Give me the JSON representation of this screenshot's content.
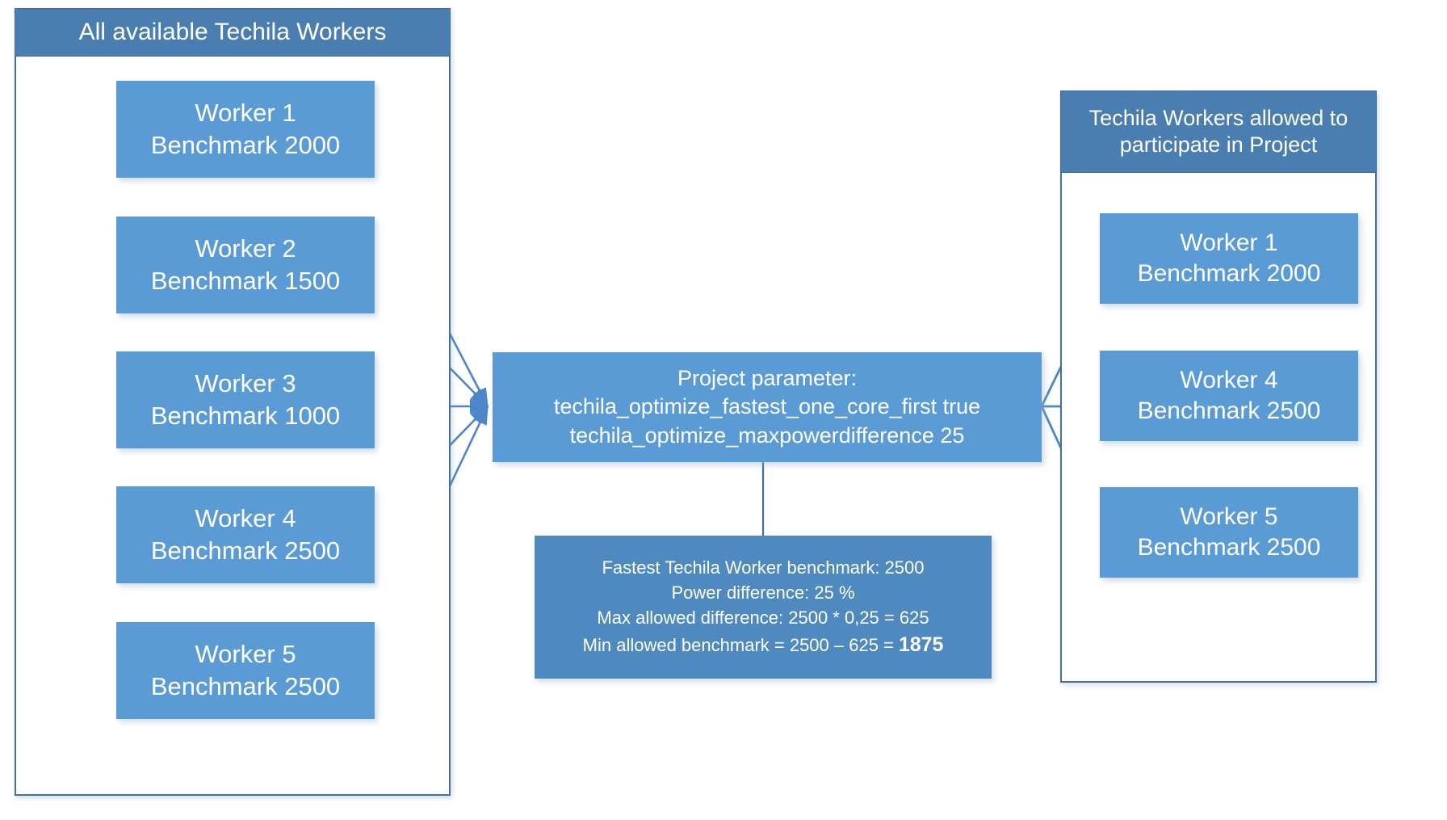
{
  "left_panel": {
    "header": "All available Techila Workers",
    "workers": [
      {
        "name": "Worker 1",
        "benchmark": "Benchmark 2000"
      },
      {
        "name": "Worker 2",
        "benchmark": "Benchmark 1500"
      },
      {
        "name": "Worker 3",
        "benchmark": "Benchmark 1000"
      },
      {
        "name": "Worker 4",
        "benchmark": "Benchmark 2500"
      },
      {
        "name": "Worker 5",
        "benchmark": "Benchmark 2500"
      }
    ]
  },
  "center": {
    "param_box": {
      "title": "Project parameter:",
      "param1": "techila_optimize_fastest_one_core_first true",
      "param2": "techila_optimize_maxpowerdifference 25"
    },
    "calc_box": {
      "line1": "Fastest Techila Worker benchmark: 2500",
      "line2": "Power difference: 25 %",
      "line3": "Max allowed difference: 2500 * 0,25 = 625",
      "line4_prefix": "Min allowed benchmark = 2500 – 625 = ",
      "line4_value": "1875"
    }
  },
  "right_panel": {
    "header": "Techila Workers allowed to participate in Project",
    "workers": [
      {
        "name": "Worker 1",
        "benchmark": "Benchmark 2000"
      },
      {
        "name": "Worker 4",
        "benchmark": "Benchmark 2500"
      },
      {
        "name": "Worker 5",
        "benchmark": "Benchmark 2500"
      }
    ]
  },
  "colors": {
    "box_fill": "#5B9BD5",
    "header_fill": "#4A7EB0",
    "calc_fill": "#4E8AC0",
    "panel_border": "#41719C",
    "connector": "#4A86C8",
    "text": "#FFFFFF"
  }
}
